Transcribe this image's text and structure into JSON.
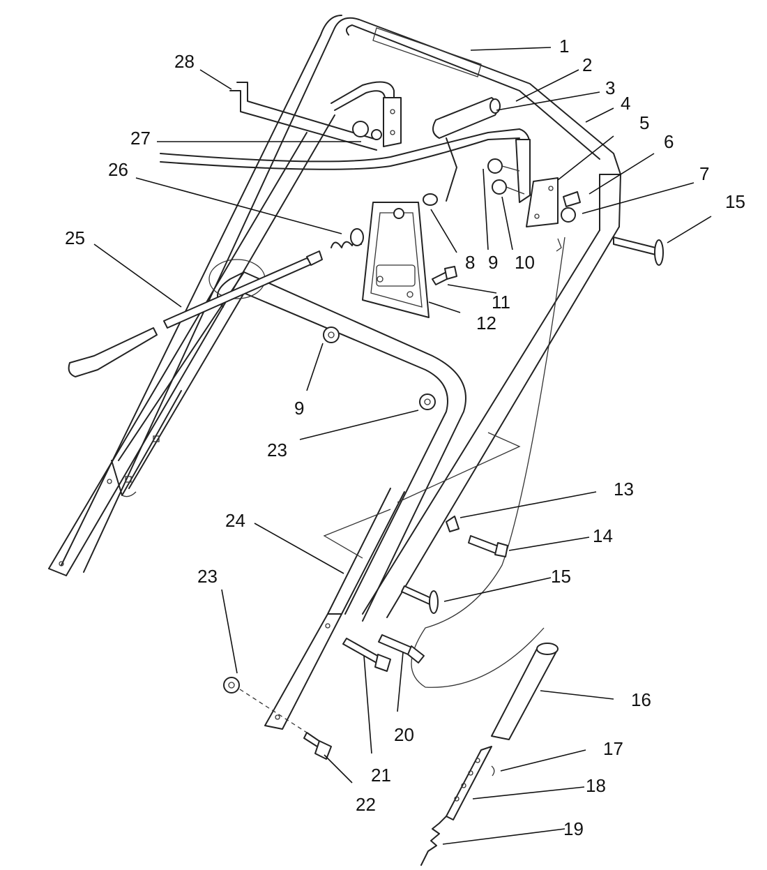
{
  "callouts": [
    {
      "id": "c1",
      "label": "1"
    },
    {
      "id": "c2",
      "label": "2"
    },
    {
      "id": "c3",
      "label": "3"
    },
    {
      "id": "c4",
      "label": "4"
    },
    {
      "id": "c5",
      "label": "5"
    },
    {
      "id": "c6",
      "label": "6"
    },
    {
      "id": "c7",
      "label": "7"
    },
    {
      "id": "c15a",
      "label": "15"
    },
    {
      "id": "c28",
      "label": "28"
    },
    {
      "id": "c27",
      "label": "27"
    },
    {
      "id": "c26",
      "label": "26"
    },
    {
      "id": "c25",
      "label": "25"
    },
    {
      "id": "c8",
      "label": "8"
    },
    {
      "id": "c9a",
      "label": "9"
    },
    {
      "id": "c10",
      "label": "10"
    },
    {
      "id": "c11",
      "label": "11"
    },
    {
      "id": "c12",
      "label": "12"
    },
    {
      "id": "c9b",
      "label": "9"
    },
    {
      "id": "c23a",
      "label": "23"
    },
    {
      "id": "c13",
      "label": "13"
    },
    {
      "id": "c14",
      "label": "14"
    },
    {
      "id": "c24",
      "label": "24"
    },
    {
      "id": "c15b",
      "label": "15"
    },
    {
      "id": "c23b",
      "label": "23"
    },
    {
      "id": "c16",
      "label": "16"
    },
    {
      "id": "c20",
      "label": "20"
    },
    {
      "id": "c21",
      "label": "21"
    },
    {
      "id": "c17",
      "label": "17"
    },
    {
      "id": "c18",
      "label": "18"
    },
    {
      "id": "c22",
      "label": "22"
    },
    {
      "id": "c19",
      "label": "19"
    }
  ]
}
